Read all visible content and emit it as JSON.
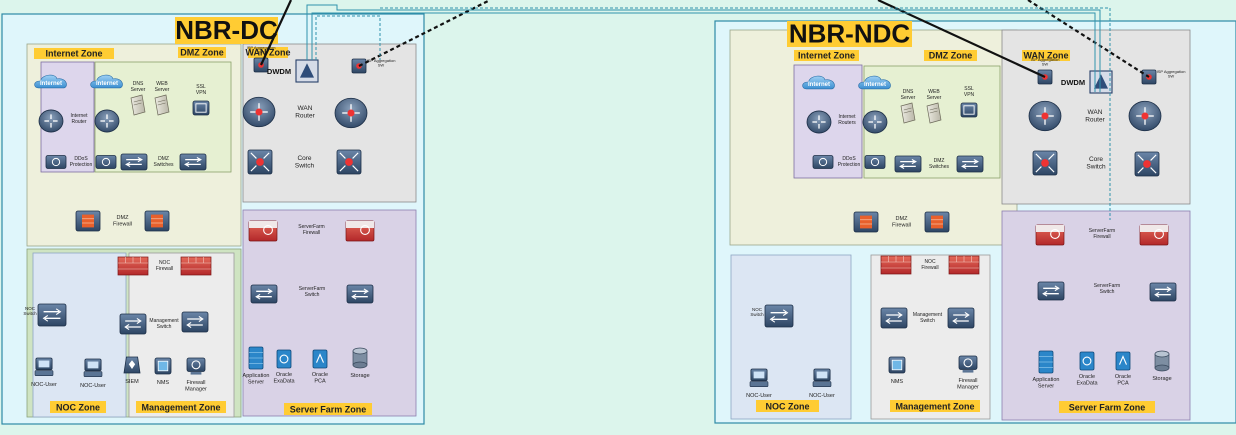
{
  "sites": [
    {
      "title": "NBR-DC",
      "zones": {
        "internet": "Internet Zone",
        "dmz": "DMZ Zone",
        "wan": "WAN Zone",
        "noc": "NOC Zone",
        "mgmt": "Management Zone",
        "serverfarm": "Server Farm Zone"
      },
      "labels": {
        "internet1": "Internet",
        "internet2": "Internet",
        "internet_router": "Internet Router",
        "ddos": "DDoS Protection",
        "dns": "DNS Server",
        "web": "WEB Server",
        "ssl": "SSL VPN",
        "dmz_switches": "DMZ Switches",
        "dmz_firewall": "DMZ Firewall",
        "isp_left": "ISP Aggregation SW",
        "dwdm": "DWDM",
        "isp_right": "ISP Aggregation SW",
        "wan_router": "WAN Router",
        "core_switch": "Core Switch",
        "sf_firewall": "ServerFarm Firewall",
        "sf_switch": "ServerFarm Switch",
        "noc_switch": "NOC Switch",
        "noc_firewall": "NOC Firewall",
        "mgmt_switch": "Management Switch",
        "noc_user1": "NOC-User",
        "noc_user2": "NOC-User",
        "siem": "SIEM",
        "nms": "NMS",
        "fw_manager": "Firewall Manager",
        "app_server": "Application Server",
        "exadata": "Oracle ExaData",
        "pca": "Oracle PCA",
        "storage": "Storage"
      }
    },
    {
      "title": "NBR-NDC",
      "zones": {
        "internet": "Internet Zone",
        "dmz": "DMZ Zone",
        "wan": "WAN Zone",
        "noc": "NOC Zone",
        "mgmt": "Management Zone",
        "serverfarm": "Server Farm Zone"
      },
      "labels": {
        "internet1": "Internet",
        "internet2": "Internet",
        "internet_router": "Internet Routers",
        "ddos": "DDoS Protection",
        "dns": "DNS Server",
        "web": "WEB Server",
        "ssl": "SSL VPN",
        "dmz_switches": "DMZ Switches",
        "dmz_firewall": "DMZ Firewall",
        "isp_left": "ISP Aggregation SW",
        "dwdm": "DWDM",
        "isp_right": "ISP Aggregation SW",
        "wan_router": "WAN Router",
        "core_switch": "Core Switch",
        "sf_firewall": "ServerFarm Firewall",
        "sf_switch": "ServerFarm Switch",
        "noc_switch": "NOC Switch",
        "noc_firewall": "NOC Firewall",
        "mgmt_switch": "Management Switch",
        "noc_user1": "NOC-User",
        "noc_user2": "NOC-User",
        "siem": "",
        "nms": "NMS",
        "fw_manager": "Firewall Manager",
        "app_server": "Application Server",
        "exadata": "Oracle ExaData",
        "pca": "Oracle PCA",
        "storage": "Storage"
      }
    }
  ],
  "colors": {
    "page_bg": "#dcf5ec",
    "site_bg": "#dff6fb",
    "site_border": "#2e8aa6",
    "internet_zone_bg": "#eef0dc",
    "wan_zone_bg": "#e4e4e4",
    "serverfarm_zone_bg": "#d9d2e6",
    "internet_inner_bg": "#ddd6ec",
    "dmz_inner_bg": "#e6f0d2",
    "noc_zone_bg": "#dce6f3",
    "mgmt_zone_bg": "#ececec",
    "zone_label_bg": "#ffcc33",
    "link_teal": "#2f93ad",
    "link_black": "#111111",
    "firewall_red": "#cc3b3b",
    "device_navy": "#3b5575"
  }
}
